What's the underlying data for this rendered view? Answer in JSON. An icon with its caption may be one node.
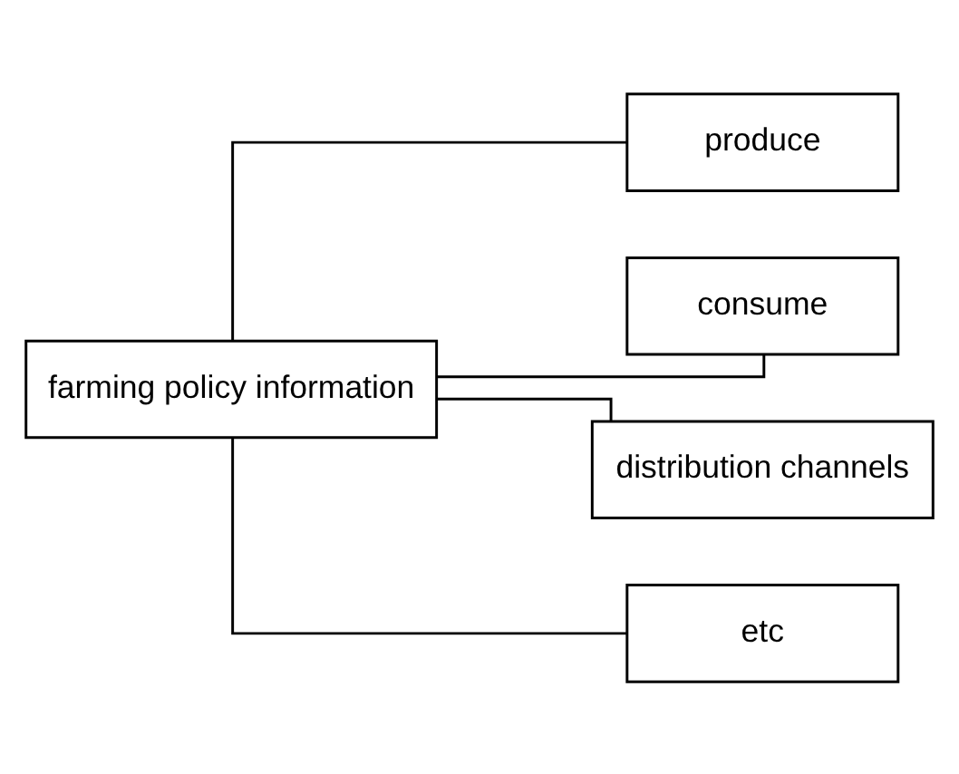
{
  "diagram": {
    "nodes": [
      {
        "text": [
          "farming policy information"
        ]
      },
      {
        "text": [
          "produce"
        ]
      },
      {
        "text": [
          "consume"
        ]
      },
      {
        "text": [
          "distribution channels"
        ]
      },
      {
        "text": [
          "etc"
        ]
      }
    ],
    "edges": [
      {
        "from": 0,
        "to": 1,
        "arrow": "none"
      },
      {
        "from": 0,
        "to": 2,
        "arrow": "none"
      },
      {
        "from": 0,
        "to": 3,
        "arrow": "none"
      },
      {
        "from": 0,
        "to": 4,
        "arrow": "none"
      }
    ]
  }
}
